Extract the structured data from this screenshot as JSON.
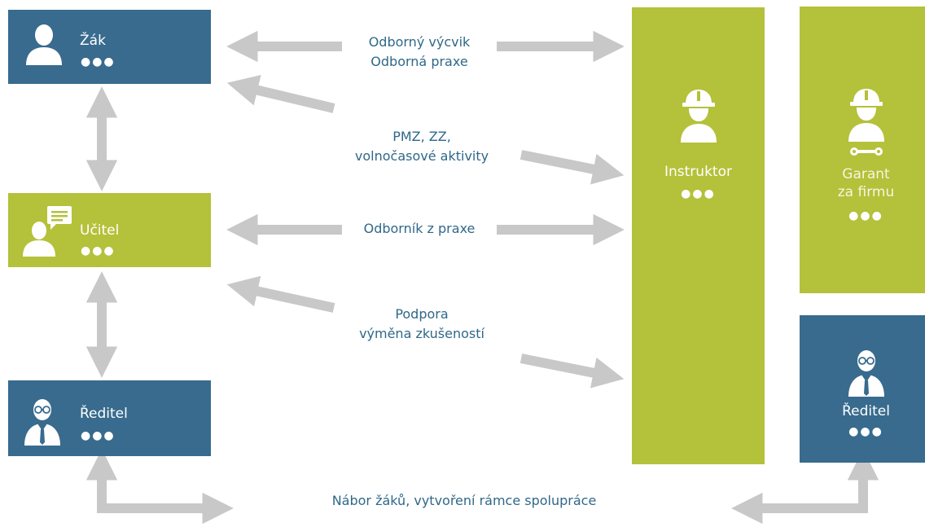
{
  "colors": {
    "blue": "#386b8e",
    "green": "#b4c13a",
    "arrow": "#c8c8c8",
    "text": "#2f6889"
  },
  "nodes": {
    "zak": {
      "label": "Žák",
      "dots": "●●●",
      "icon": "person-icon"
    },
    "ucitel": {
      "label": "Učitel",
      "dots": "●●●",
      "icon": "teacher-speech-icon"
    },
    "reditel_left": {
      "label": "Ředitel",
      "dots": "●●●",
      "icon": "director-glasses-icon"
    },
    "instruktor": {
      "label": "Instruktor",
      "dots": "●●●",
      "icon": "worker-helmet-icon"
    },
    "garant": {
      "label_line1": "Garant",
      "label_line2": "za firmu",
      "dots": "●●●",
      "icon": "worker-helmet-wrench-icon"
    },
    "reditel_right": {
      "label": "Ředitel",
      "dots": "●●●",
      "icon": "director-glasses-icon"
    }
  },
  "connections": {
    "c1": {
      "line1": "Odborný výcvik",
      "line2": "Odborná praxe"
    },
    "c2": {
      "line1": "PMZ, ZZ,",
      "line2": "volnočasové aktivity"
    },
    "c3": {
      "line1": "Odborník z praxe"
    },
    "c4": {
      "line1": "Podpora",
      "line2": "výměna zkušeností"
    },
    "c5": {
      "line1": "Nábor žáků, vytvoření rámce spolupráce"
    }
  }
}
